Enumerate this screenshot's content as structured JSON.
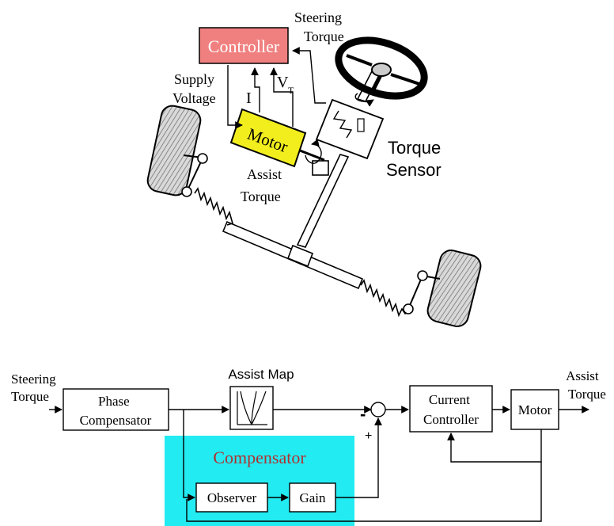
{
  "steering_schematic": {
    "controller_label": "Controller",
    "steering_torque_line1": "Steering",
    "steering_torque_line2": "Torque",
    "supply_voltage_line1": "Supply",
    "supply_voltage_line2": "Voltage",
    "current_symbol": "I",
    "voltage_symbol": "V",
    "voltage_subscript": "T",
    "motor_label": "Motor",
    "assist_torque_line1": "Assist",
    "assist_torque_line2": "Torque",
    "torque_sensor_line1": "Torque",
    "torque_sensor_line2": "Sensor",
    "colors": {
      "controller": "#f08080",
      "motor": "#f2ee1e"
    }
  },
  "block_diagram": {
    "input_line1": "Steering",
    "input_line2": "Torque",
    "phase_comp_line1": "Phase",
    "phase_comp_line2": "Compensator",
    "assist_map_label": "Assist Map",
    "minus_sign": "-",
    "plus_sign": "+",
    "current_ctrl_line1": "Current",
    "current_ctrl_line2": "Controller",
    "motor_label": "Motor",
    "output_line1": "Assist",
    "output_line2": "Torque",
    "compensator_label": "Compensator",
    "observer_label": "Observer",
    "gain_label": "Gain",
    "colors": {
      "compensator_bg": "#22ecf2",
      "compensator_text": "#b03030"
    }
  }
}
